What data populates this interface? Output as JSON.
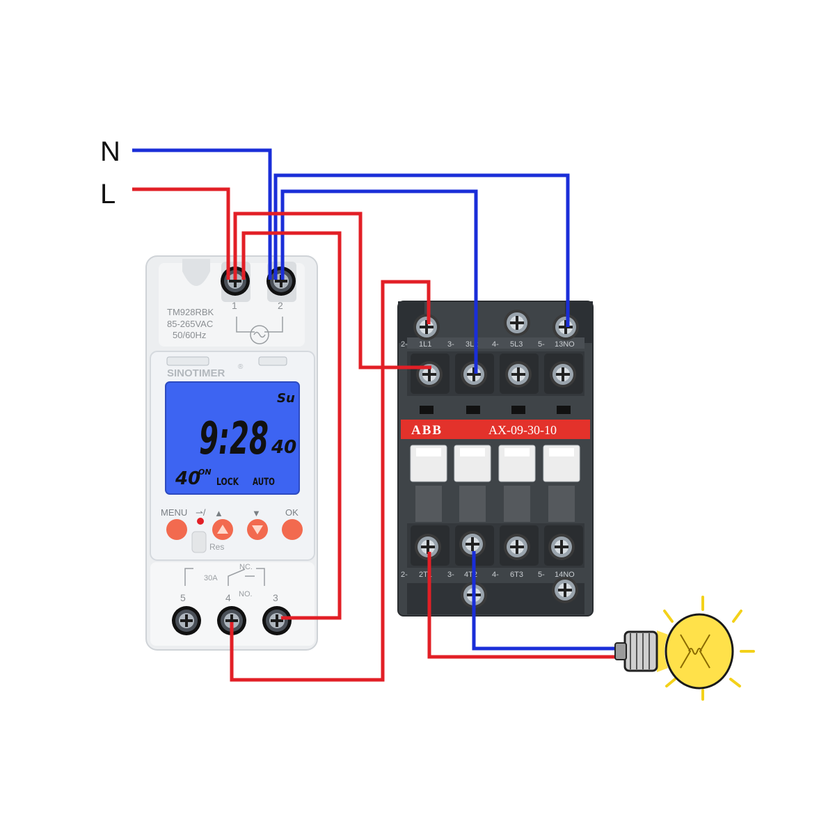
{
  "supply": {
    "neutral": "N",
    "line": "L"
  },
  "colors": {
    "neutral_wire": "#1a2ed8",
    "line_wire": "#e21f26",
    "lcd_bg": "#3d64f2",
    "abb_red": "#e3322b",
    "button": "#f26a4f",
    "bulb": "#ffe14a",
    "ray": "#f3d11a"
  },
  "timer": {
    "brand": "SINOTIMER",
    "registered_mark": "®",
    "model": "TM928RBK",
    "voltage": "85-265VAC",
    "frequency": "50/60Hz",
    "top_terminals": [
      "1",
      "2"
    ],
    "lcd": {
      "day": "Su",
      "time": "9:28",
      "seconds": "40",
      "on_value": "40",
      "on_label": "ON",
      "lock": "LOCK",
      "auto": "AUTO"
    },
    "buttons": {
      "menu": "MENU",
      "manual": "⇀/",
      "up": "▲",
      "down": "▼",
      "ok": "OK"
    },
    "reset_label": "Res",
    "relay": {
      "rating": "30A",
      "nc": "NC.",
      "no": "NO."
    },
    "bottom_terminals": [
      "5",
      "4",
      "3"
    ]
  },
  "contactor": {
    "brand": "ABB",
    "model": "AX-09-30-10",
    "top_prefixes": [
      "2-",
      "3-",
      "4-",
      "5-"
    ],
    "top_labels": [
      "1L1",
      "3L2",
      "5L3",
      "13NO"
    ],
    "bottom_prefixes": [
      "2-",
      "3-",
      "4-",
      "5-"
    ],
    "bottom_labels": [
      "2T1",
      "4T2",
      "6T3",
      "14NO"
    ]
  },
  "load": {
    "icon": "light-bulb-icon"
  }
}
